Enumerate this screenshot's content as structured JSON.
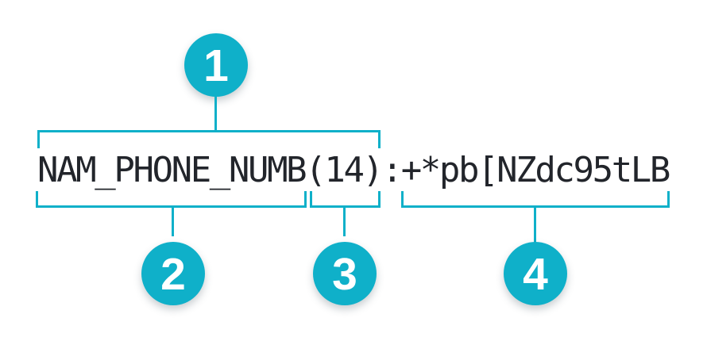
{
  "diagram": {
    "code_string": "NAM_PHONE_NUMB(14):+*pb[NZdc95tLB",
    "callouts": [
      {
        "number": "1",
        "covers": "NAM_PHONE_NUMB(14)",
        "position": "top"
      },
      {
        "number": "2",
        "covers": "NAM_PHONE_NUMB",
        "position": "bottom"
      },
      {
        "number": "3",
        "covers": "(14)",
        "position": "bottom"
      },
      {
        "number": "4",
        "covers": "+*pb[NZdc95tLB",
        "position": "bottom"
      }
    ],
    "colors": {
      "accent": "#0FB0C9",
      "code_text": "#22252B",
      "badge_number": "#FFFFFF",
      "background": "#FFFFFF"
    }
  }
}
